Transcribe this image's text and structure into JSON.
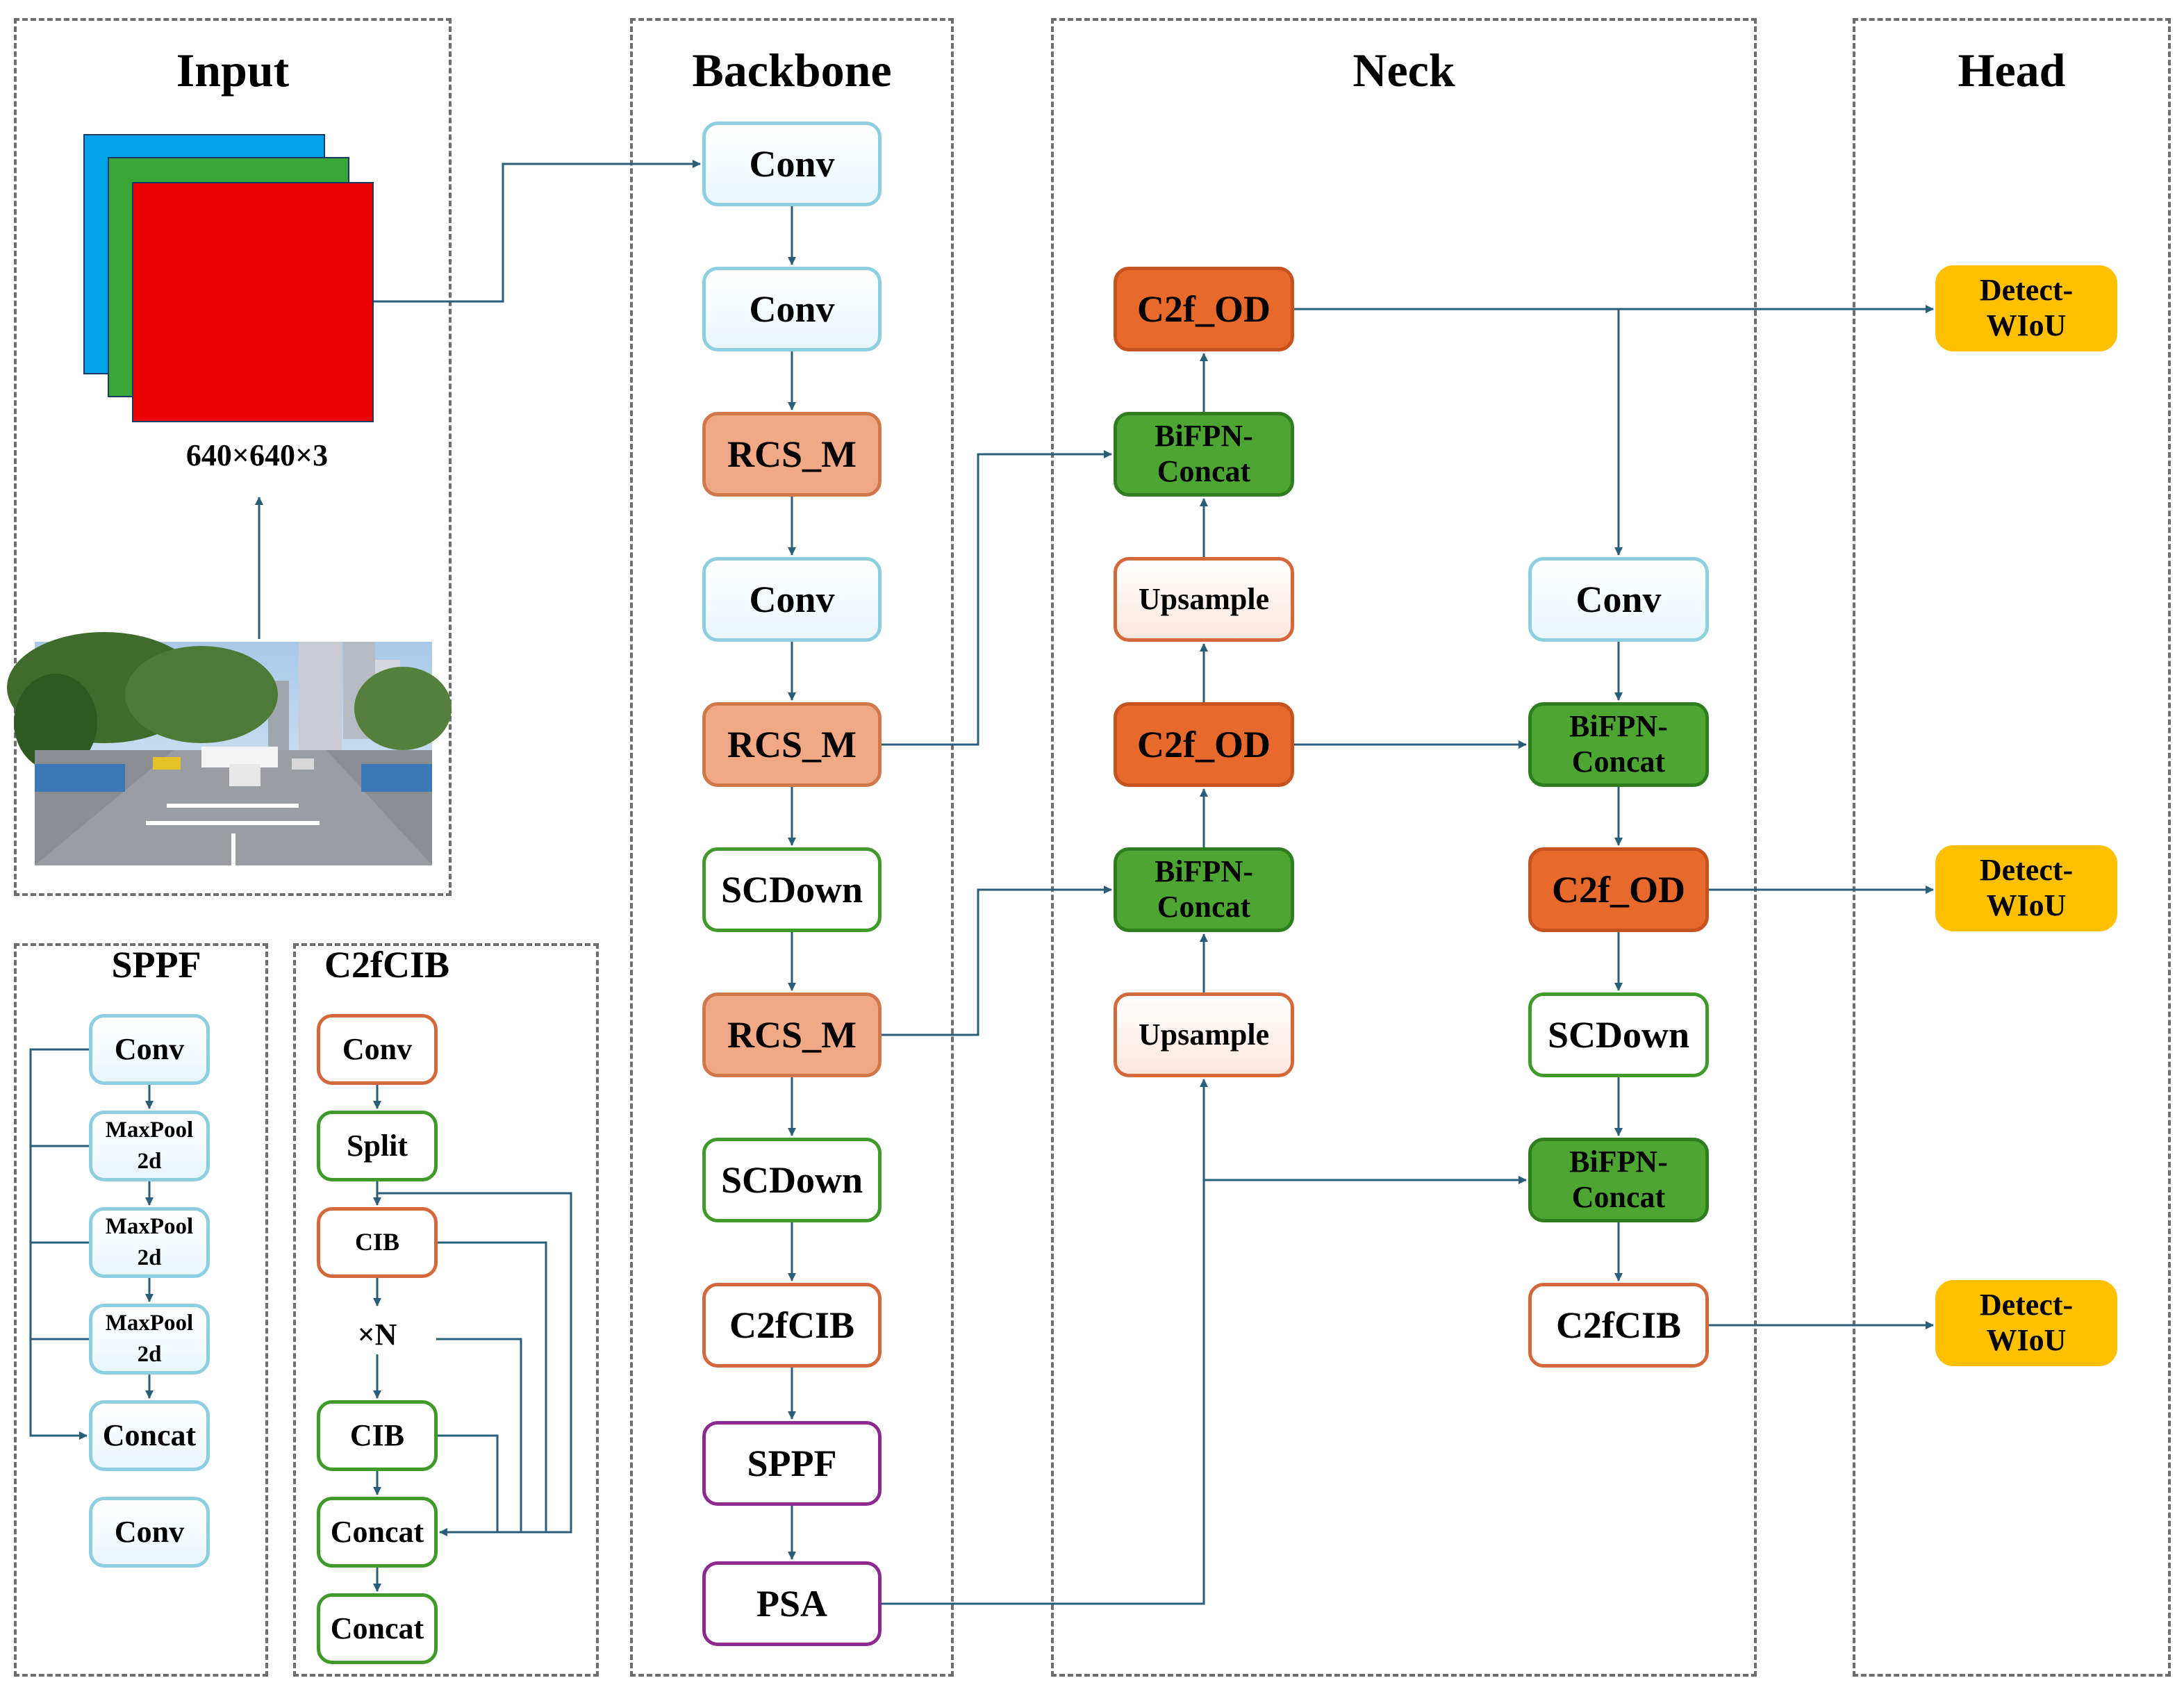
{
  "panels": {
    "input": "Input",
    "backbone": "Backbone",
    "neck": "Neck",
    "head": "Head",
    "sppf": "SPPF",
    "c2fcib": "C2fCIB"
  },
  "input": {
    "size_label": "640×640×3",
    "channel_colors": [
      "#00a2e8",
      "#3aa637",
      "#ee0000"
    ]
  },
  "backbone": [
    "Conv",
    "Conv",
    "RCS_M",
    "Conv",
    "RCS_M",
    "SCDown",
    "RCS_M",
    "SCDown",
    "C2fCIB",
    "SPPF",
    "PSA"
  ],
  "neck": {
    "col1": [
      "C2f_OD",
      "BiFPN-\nConcat",
      "Upsample",
      "C2f_OD",
      "BiFPN-\nConcat",
      "Upsample"
    ],
    "col2": [
      "Conv",
      "BiFPN-\nConcat",
      "C2f_OD",
      "SCDown",
      "BiFPN-\nConcat",
      "C2fCIB"
    ]
  },
  "head": [
    "Detect-\nWIoU",
    "Detect-\nWIoU",
    "Detect-\nWIoU"
  ],
  "sppf": [
    "Conv",
    "MaxPool\n2d",
    "MaxPool\n2d",
    "MaxPool\n2d",
    "Concat",
    "Conv"
  ],
  "c2fcib": [
    "Conv",
    "Split",
    "CIB",
    "×N",
    "CIB",
    "Concat",
    "Concat"
  ],
  "colors": {
    "conv": "#8dcee0",
    "rcs_m": "#f1a884",
    "c2f_od": "#e8692c",
    "bifpn": "#4ea632",
    "detect": "#ffc000",
    "psa": "#8c2a8f",
    "arrow": "#2a5d78"
  }
}
